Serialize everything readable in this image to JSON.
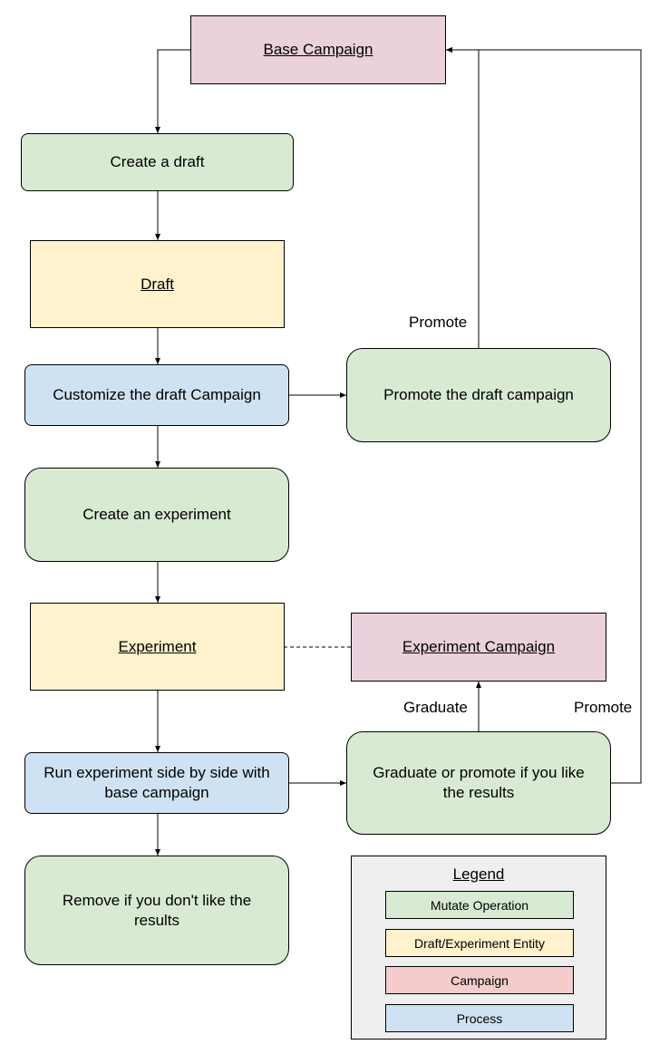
{
  "nodes": {
    "base_campaign": "Base Campaign",
    "create_draft": "Create a draft",
    "draft": "Draft",
    "customize_draft": "Customize the draft Campaign",
    "promote_draft": "Promote the draft campaign",
    "create_experiment": "Create an experiment",
    "experiment": "Experiment",
    "experiment_campaign": "Experiment Campaign",
    "run_experiment": "Run experiment side by side with base campaign",
    "graduate_or_promote": "Graduate or promote if you like the results",
    "remove": "Remove if you don't like the results"
  },
  "edge_labels": {
    "promote_top": "Promote",
    "graduate": "Graduate",
    "promote_right": "Promote"
  },
  "legend": {
    "title": "Legend",
    "items": [
      "Mutate Operation",
      "Draft/Experiment Entity",
      "Campaign",
      "Process"
    ],
    "colors": {
      "mutate_operation": "#d9ead3",
      "entity": "#fff2cc",
      "campaign": "#f4cccc",
      "process": "#cfe2f3"
    }
  }
}
